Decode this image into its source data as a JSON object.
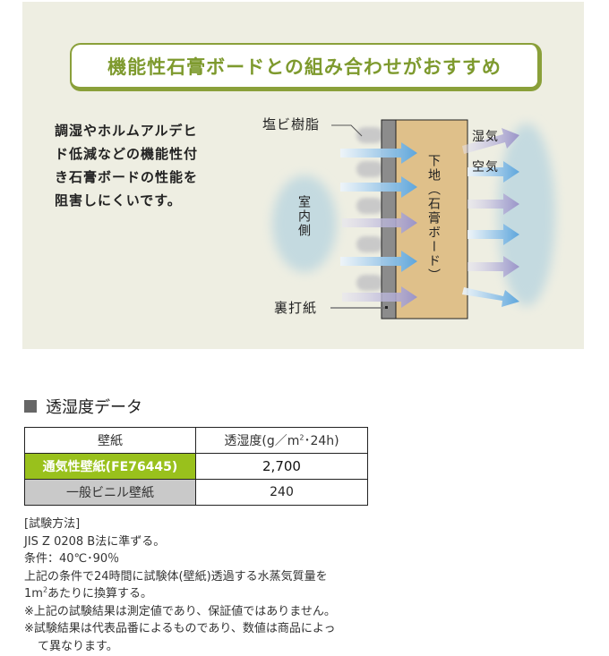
{
  "banner": {
    "title": "機能性石膏ボードとの組み合わせがおすすめ",
    "intro_lines": [
      "調湿やホルムアルデヒ",
      "ド低減などの機能性付",
      "き石膏ボードの性能を",
      "阻害しにくいです。"
    ]
  },
  "diagram": {
    "label_pvc_resin": "塩ビ樹脂",
    "label_backing_paper": "裏打紙",
    "label_indoor": "室内側",
    "label_substrate": "下地（石膏ボード）",
    "label_moisture": "湿気",
    "label_air": "空気",
    "colors": {
      "panel_bg": "#eeeee2",
      "accent_green": "#8aa03a",
      "board": "#dfc08a",
      "wall_gray": "#8c8c8c",
      "arrow_blue": "#5ea6dc",
      "arrow_purple": "#9a94c8",
      "cloud": "#c4dae0"
    }
  },
  "section": {
    "title": "透湿度データ"
  },
  "table": {
    "header": {
      "col1": "壁紙",
      "col2_prefix": "透湿度(g／m",
      "col2_sup": "2",
      "col2_suffix": "･24h)"
    },
    "rows": [
      {
        "name": "通気性壁紙(FE76445)",
        "value": "2,700",
        "highlight": "#99c11c"
      },
      {
        "name": "一般ビニル壁紙",
        "value": "240",
        "highlight": "#c9c9c9"
      }
    ]
  },
  "notes": {
    "method_heading": "[試験方法]",
    "line1": "JIS Z 0208 B法に準ずる。",
    "line2": "条件：40℃･90％",
    "line3": "上記の条件で24時間に試験体(壁紙)透過する水蒸気質量を",
    "line4_prefix": "1m",
    "line4_sup": "2",
    "line4_suffix": "あたりに換算する。",
    "line5": "※上記の試験結果は測定値であり、保証値ではありません。",
    "line6": "※試験結果は代表品番によるものであり、数値は商品によっ",
    "line7": "て異なります。"
  }
}
